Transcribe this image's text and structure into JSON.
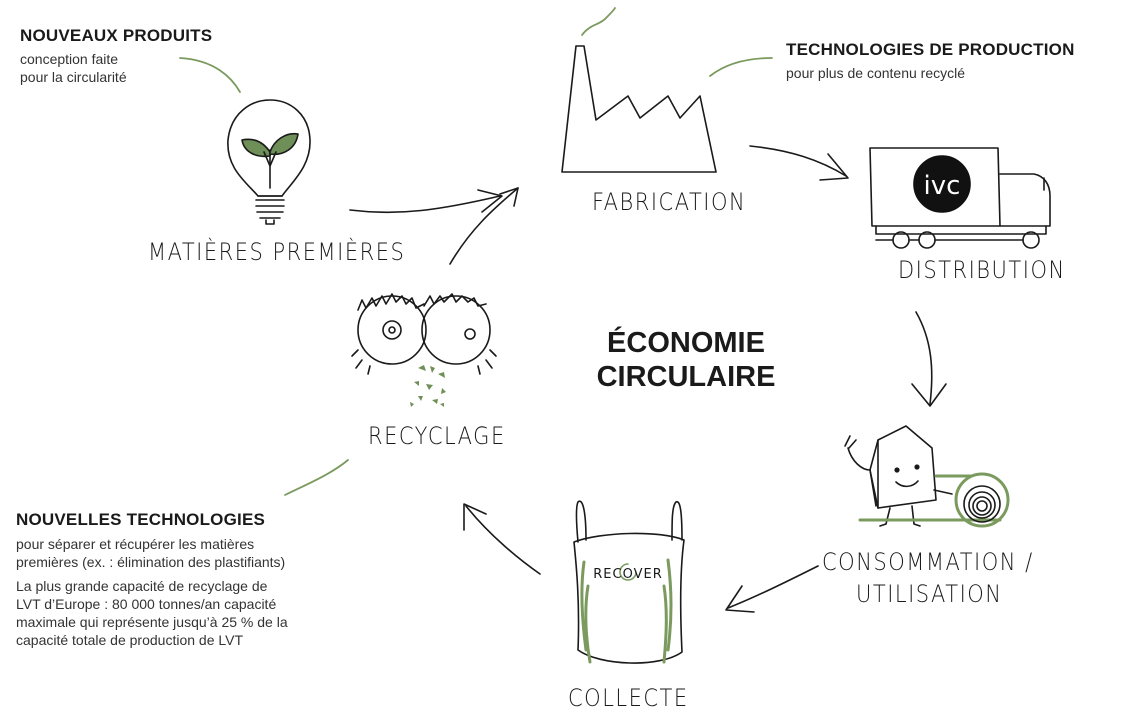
{
  "center_title": {
    "line1": "ÉCONOMIE",
    "line2": "CIRCULAIRE"
  },
  "stages": {
    "raw_materials": "MATIÈRES PREMIÈRES",
    "manufacturing": "FABRICATION",
    "distribution": "DISTRIBUTION",
    "consumption_line1": "CONSOMMATION /",
    "consumption_line2": "UTILISATION",
    "collection": "COLLECTE",
    "recycling": "RECYCLAGE"
  },
  "callouts": {
    "new_products": {
      "title": "NOUVEAUX PRODUITS",
      "line1": "conception faite",
      "line2": "pour la circularité"
    },
    "production_tech": {
      "title": "TECHNOLOGIES DE PRODUCTION",
      "line1": "pour plus de contenu recyclé"
    },
    "new_tech": {
      "title": "NOUVELLES TECHNOLOGIES",
      "line1": "pour séparer et récupérer les matières",
      "line2": "premières (ex. : élimination des plastifiants)",
      "p2_line1": "La plus grande capacité de recyclage de",
      "p2_line2": "LVT d’Europe : 80 000 tonnes/an capacité",
      "p2_line3": "maximale qui représente jusqu’à 25 % de la",
      "p2_line4": "capacité totale de production de LVT"
    }
  },
  "truck_logo": "ivc",
  "bag_label": "RECOVER",
  "colors": {
    "accent": "#7a9a5e",
    "ink": "#1a1a1a"
  }
}
